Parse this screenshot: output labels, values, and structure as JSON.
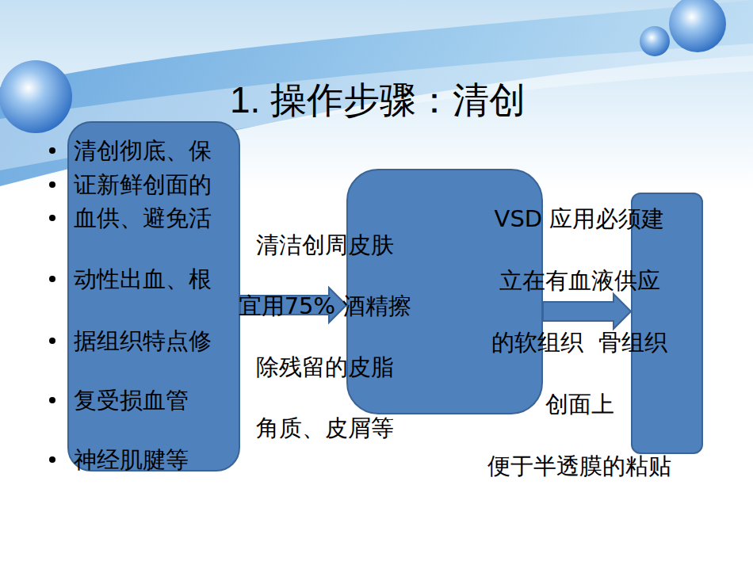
{
  "diagram": {
    "title": "1. 操作步骤：清创",
    "nodes": [
      {
        "text": [
          "清创彻底、保",
          "证新鲜创面的",
          "血供、避免活",
          "动性出血、根",
          "据组织特点修",
          "复受损血管",
          "神经肌腱等"
        ]
      },
      {
        "text": [
          "清洁创周皮肤 宜用75% 酒精擦 除残留的皮脂 角质、皮屑等"
        ]
      },
      {
        "text": [
          "VSD 应用必须建 立在有血液供应 的软组织  骨组织 创面上 便于半透膜的粘贴"
        ]
      }
    ],
    "edges": [
      {
        "from": 0,
        "to": 1,
        "arrow": "to"
      },
      {
        "from": 1,
        "to": 2,
        "arrow": "to"
      }
    ]
  }
}
